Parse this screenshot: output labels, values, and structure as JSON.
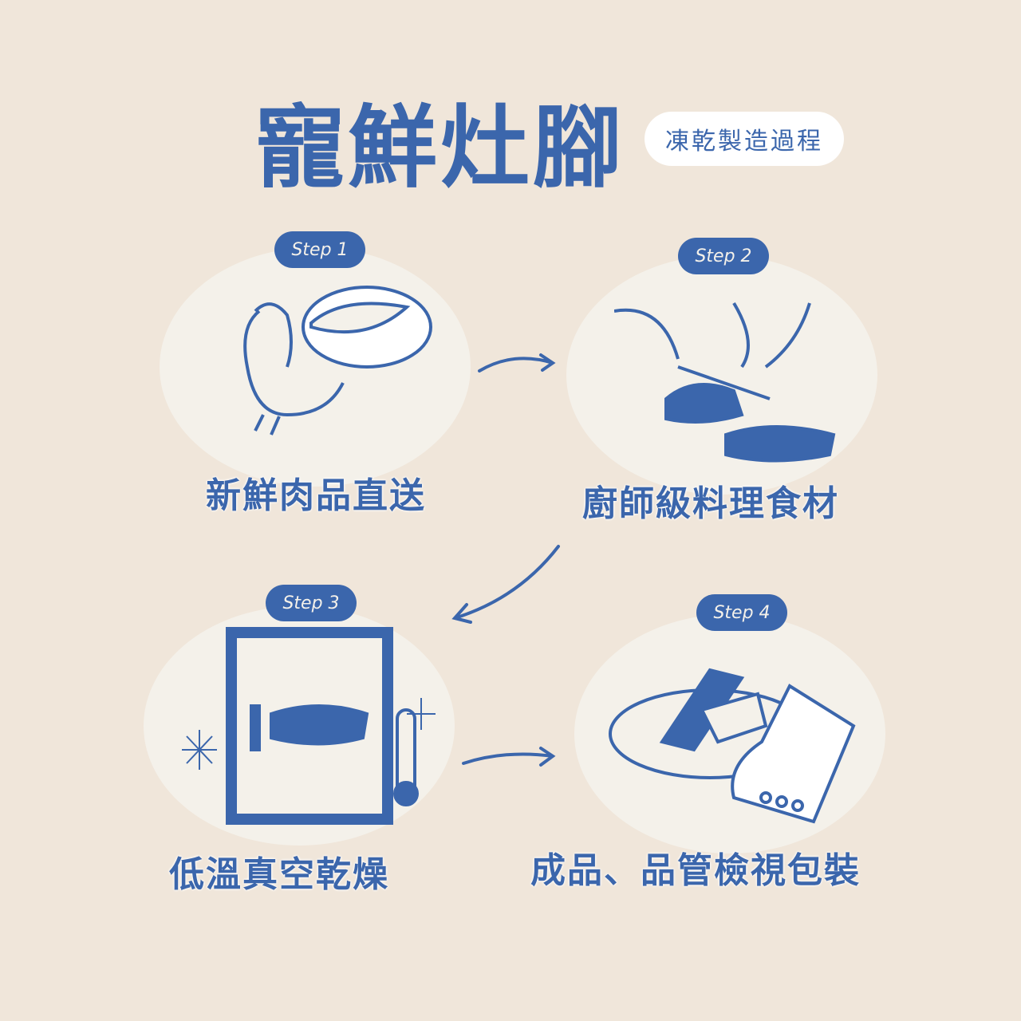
{
  "header": {
    "title": "寵鮮灶腳",
    "subtitle": "凍乾製造過程"
  },
  "steps": [
    {
      "badge": "Step 1",
      "label": "新鮮肉品直送"
    },
    {
      "badge": "Step 2",
      "label": "廚師級料理食材"
    },
    {
      "badge": "Step 3",
      "label": "低溫真空乾燥"
    },
    {
      "badge": "Step 4",
      "label": "成品、品管檢視包裝"
    }
  ],
  "colors": {
    "background": "#f0e6da",
    "accent": "#3b66ac",
    "circle": "#f4f1ea"
  }
}
